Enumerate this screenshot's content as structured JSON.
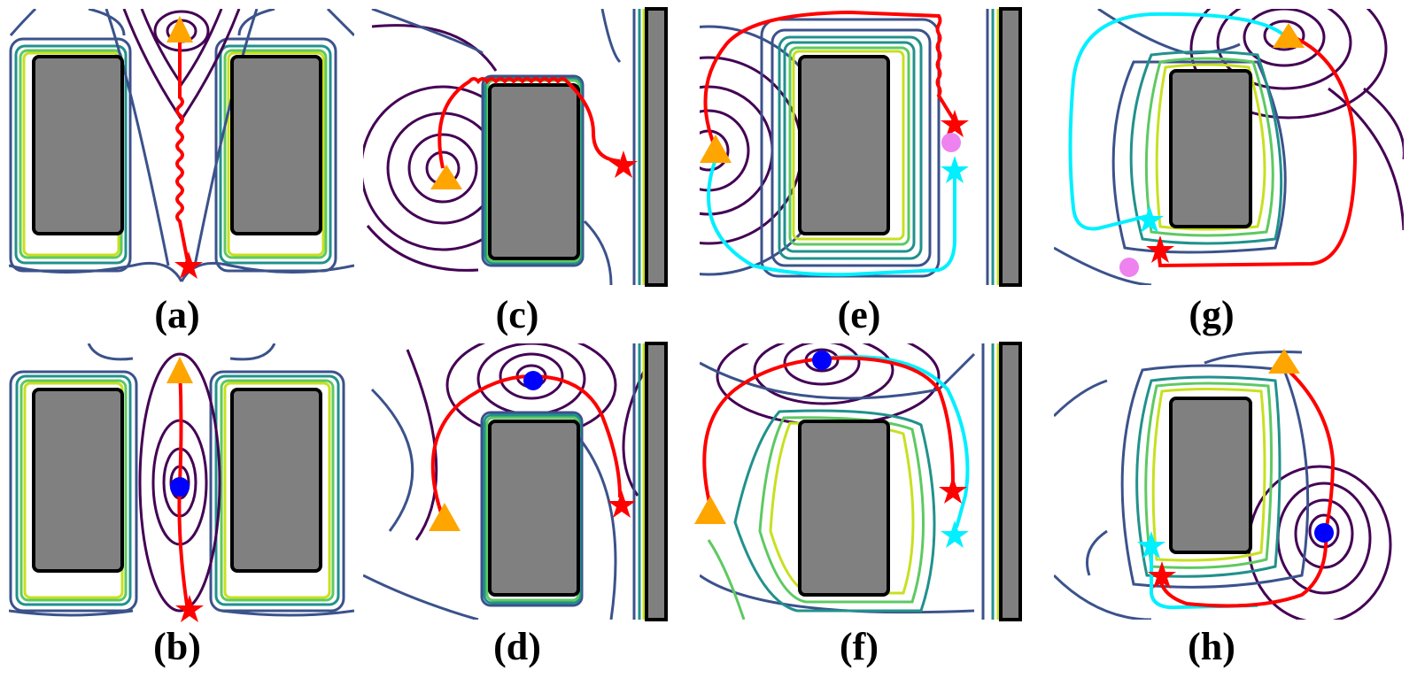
{
  "figure": {
    "colors": {
      "obstacle_fill": "#808080",
      "obstacle_stroke": "#000000",
      "path_primary": "#ff0000",
      "path_secondary": "#00f0ff",
      "start_marker": "#ffa500",
      "goal_marker": "#ff0000",
      "goal_marker_alt": "#00f0ff",
      "waypoint": "#0000ff",
      "extra_point": "#ee82ee",
      "contours": [
        "#440154",
        "#3b528b",
        "#21918c",
        "#5ec962",
        "#c8e020"
      ]
    },
    "panels": [
      {
        "id": "a",
        "label": "(a)"
      },
      {
        "id": "c",
        "label": "(c)"
      },
      {
        "id": "e",
        "label": "(e)"
      },
      {
        "id": "g",
        "label": "(g)"
      },
      {
        "id": "b",
        "label": "(b)"
      },
      {
        "id": "d",
        "label": "(d)"
      },
      {
        "id": "f",
        "label": "(f)"
      },
      {
        "id": "h",
        "label": "(h)"
      }
    ]
  }
}
